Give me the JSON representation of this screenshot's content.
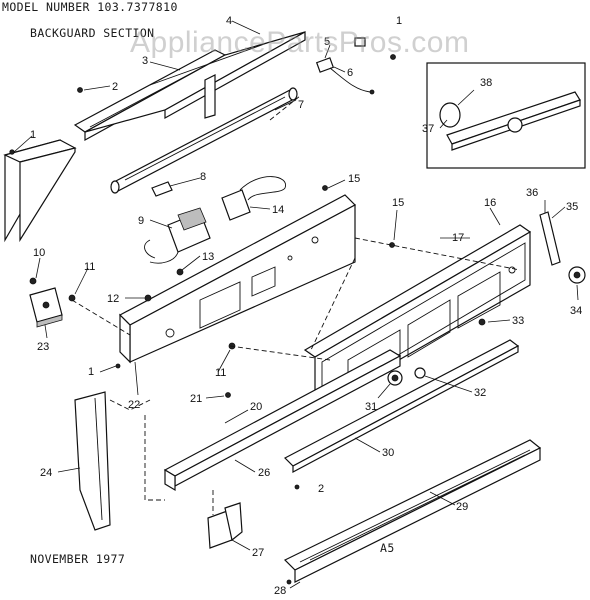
{
  "header": {
    "model_line": "MODEL NUMBER 103.7377810",
    "section_title": "BACKGUARD SECTION",
    "date": "NOVEMBER 1977",
    "page_code": "A5"
  },
  "watermark": "AppliancePartsPros.com",
  "callouts": [
    "1",
    "2",
    "3",
    "4",
    "5",
    "6",
    "7",
    "8",
    "9",
    "10",
    "11",
    "12",
    "13",
    "14",
    "15",
    "16",
    "17",
    "20",
    "21",
    "22",
    "23",
    "24",
    "26",
    "27",
    "28",
    "29",
    "30",
    "31",
    "32",
    "33",
    "34",
    "35",
    "36",
    "37",
    "38"
  ]
}
